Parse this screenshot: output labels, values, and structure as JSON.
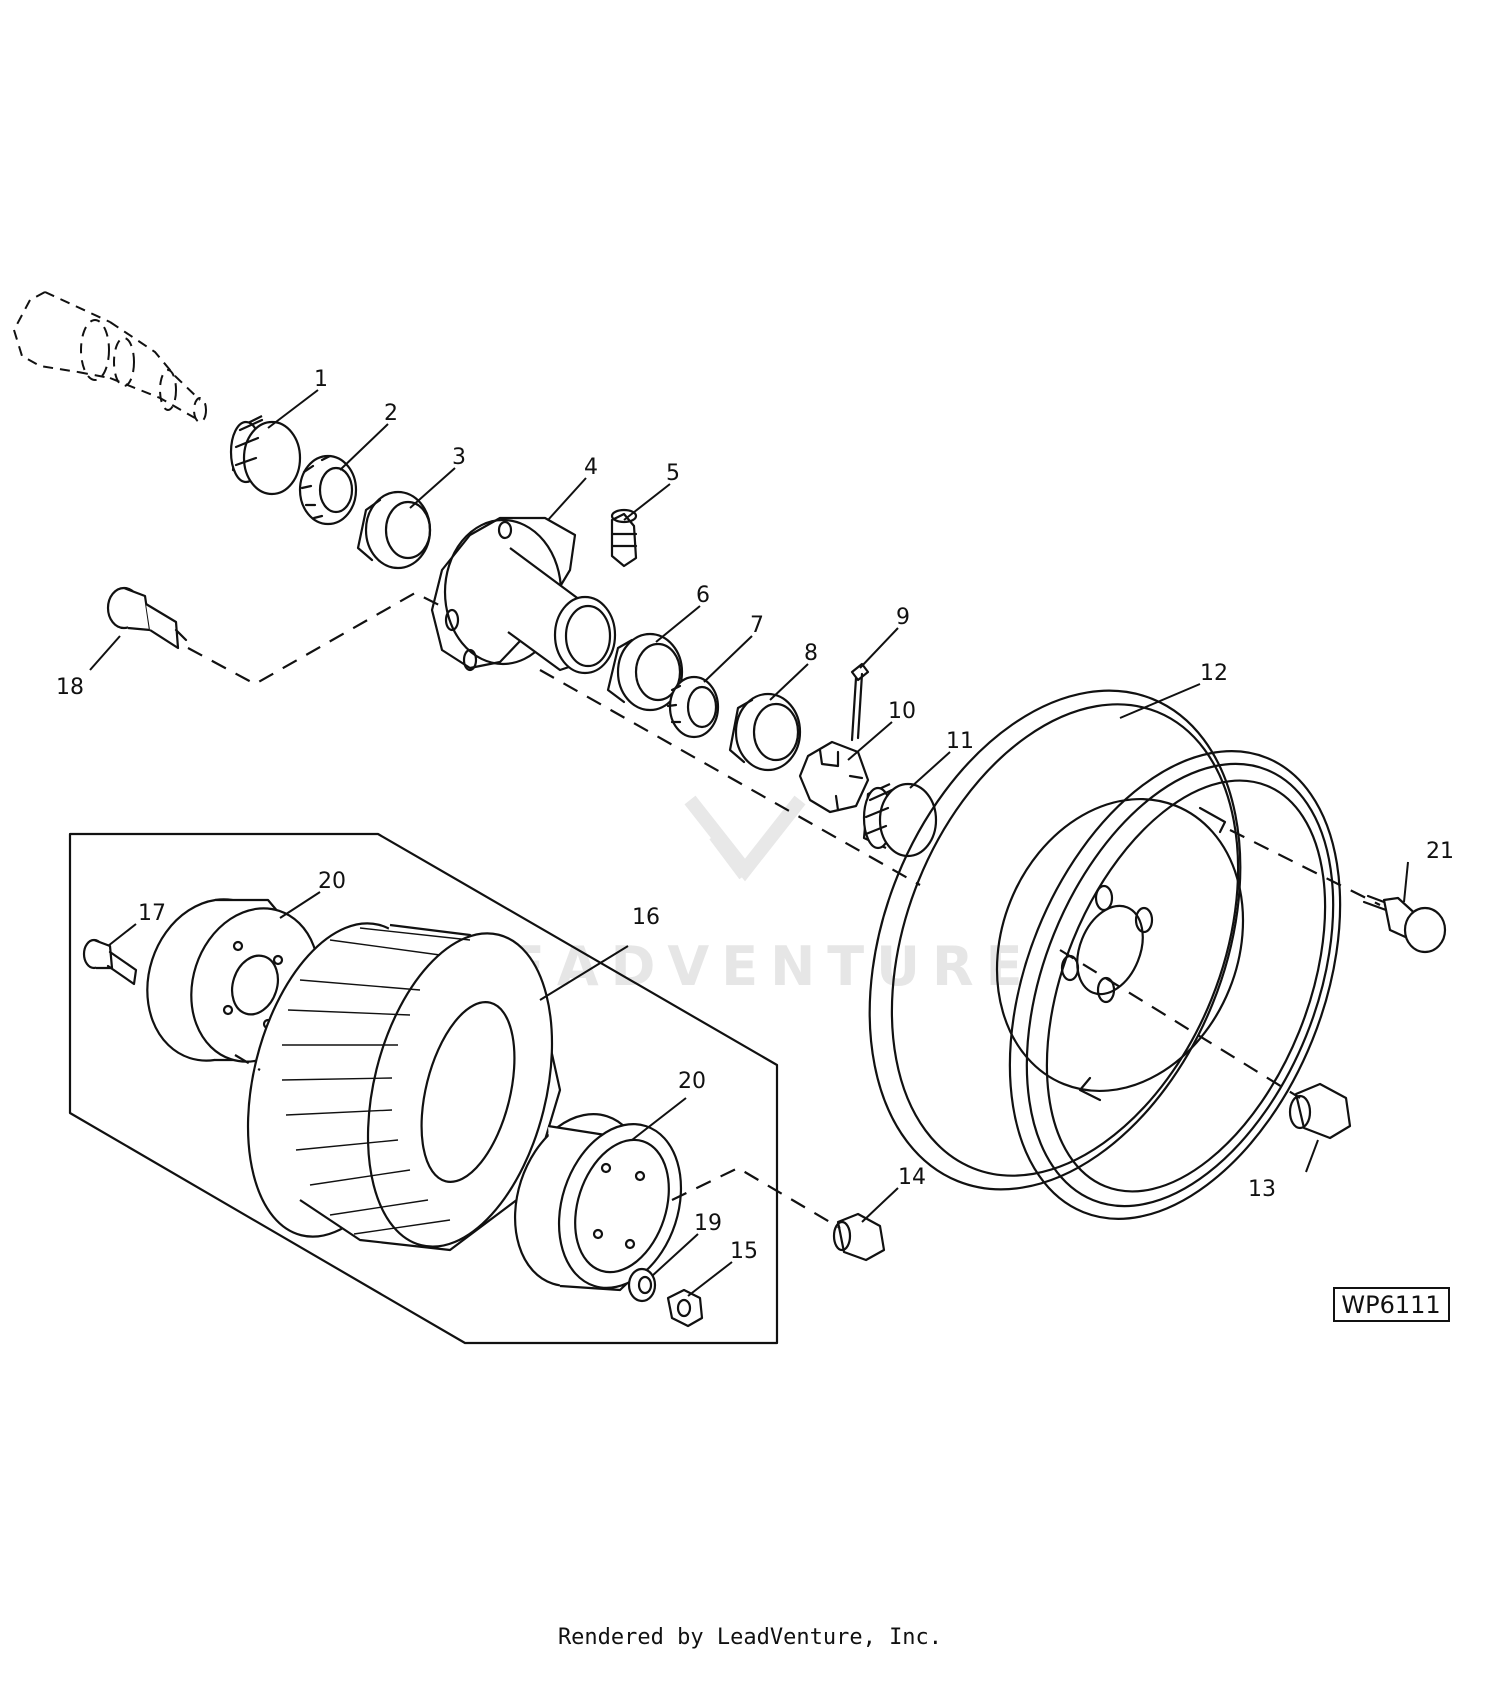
{
  "figure_id": "WP6111",
  "watermark": "LEADVENTURE",
  "footer": "Rendered by LeadVenture, Inc.",
  "callouts": {
    "c1": "1",
    "c2": "2",
    "c3": "3",
    "c4": "4",
    "c5": "5",
    "c6": "6",
    "c7": "7",
    "c8": "8",
    "c9": "9",
    "c10": "10",
    "c11": "11",
    "c12": "12",
    "c13": "13",
    "c14": "14",
    "c15": "15",
    "c16": "16",
    "c17": "17",
    "c18": "18",
    "c19": "19",
    "c20a": "20",
    "c20b": "20",
    "c21": "21"
  }
}
